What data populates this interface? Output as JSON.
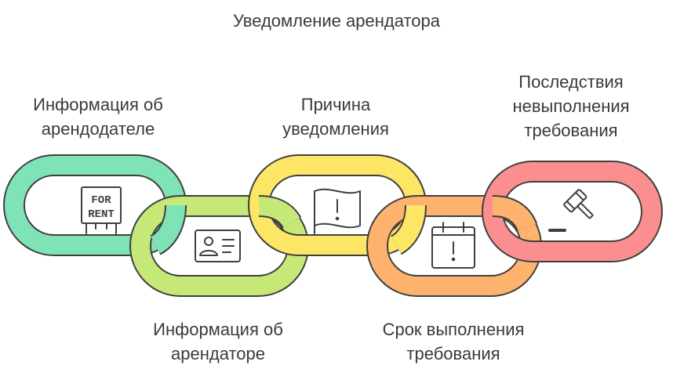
{
  "title": "Уведомление арендатора",
  "links": [
    {
      "id": "landlord-info",
      "lines": [
        "Информация об",
        "арендодателе"
      ],
      "color": "#7fe3b8",
      "icon": "for-rent-sign-icon",
      "sign_text": [
        "FOR",
        "RENT"
      ]
    },
    {
      "id": "tenant-info",
      "lines": [
        "Информация об",
        "арендаторе"
      ],
      "color": "#c6e877",
      "icon": "id-card-icon"
    },
    {
      "id": "notice-reason",
      "lines": [
        "Причина",
        "уведомления"
      ],
      "color": "#fde566",
      "icon": "warning-flag-icon"
    },
    {
      "id": "deadline",
      "lines": [
        "Срок выполнения",
        "требования"
      ],
      "color": "#fdb36d",
      "icon": "calendar-alert-icon"
    },
    {
      "id": "consequences",
      "lines": [
        "Последствия",
        "невыполнения",
        "требования"
      ],
      "color": "#fb8f8f",
      "icon": "gavel-icon"
    }
  ]
}
